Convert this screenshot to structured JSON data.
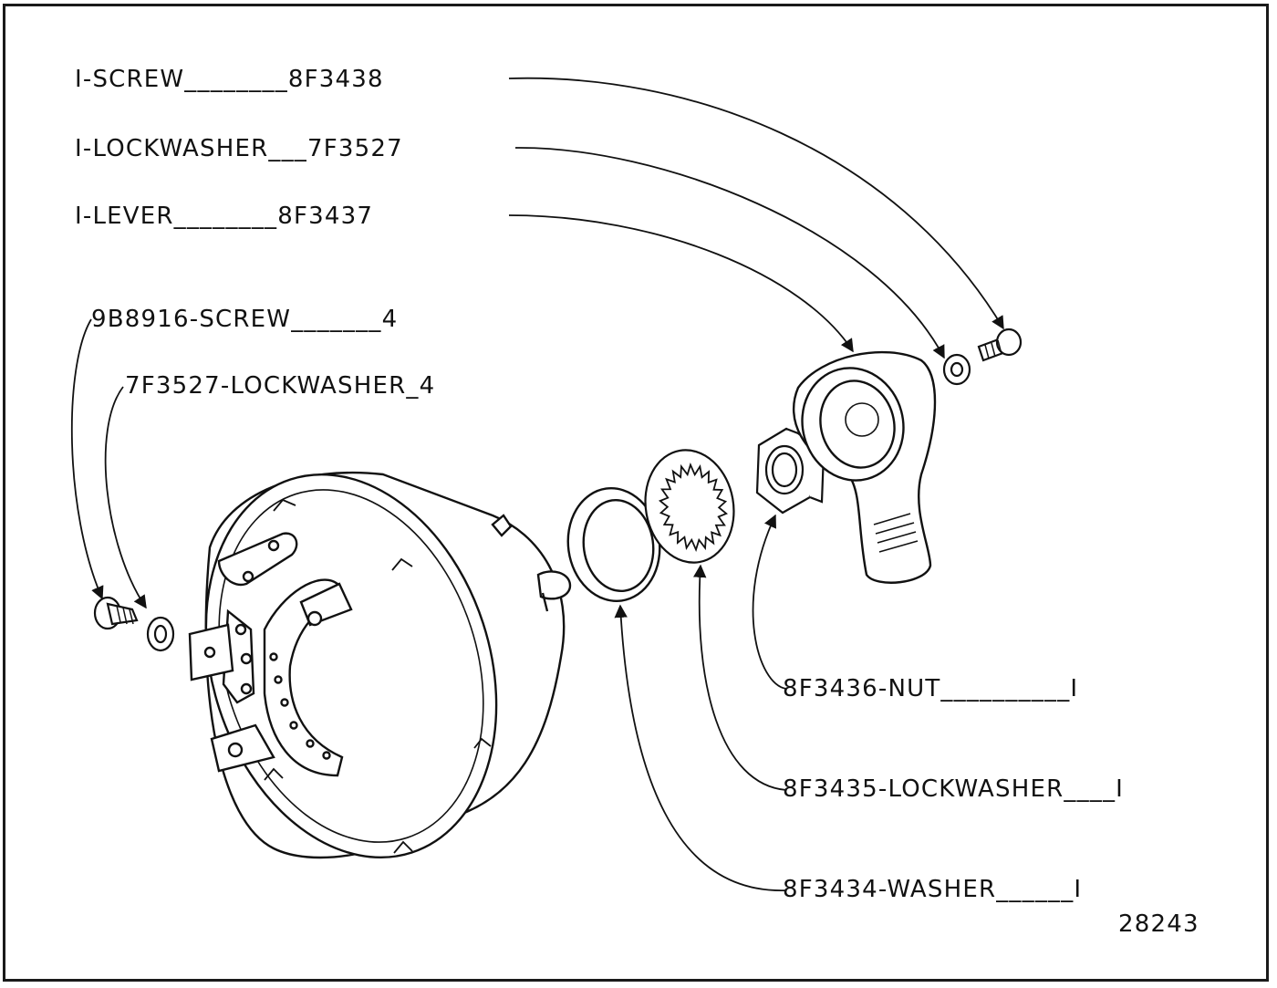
{
  "top_callouts": [
    {
      "text": "I-SCREW________8F3438"
    },
    {
      "text": "I-LOCKWASHER___7F3527"
    },
    {
      "text": "I-LEVER________8F3437"
    }
  ],
  "left_callouts": [
    {
      "text": "9B8916-SCREW_______4"
    },
    {
      "text": "7F3527-LOCKWASHER_4"
    }
  ],
  "right_callouts": [
    {
      "text": "8F3436-NUT__________I"
    },
    {
      "text": "8F3435-LOCKWASHER____I"
    },
    {
      "text": "8F3434-WASHER______I"
    }
  ],
  "figure_number": "28243",
  "parts": [
    "screw-small-left",
    "lockwasher-small-left",
    "switch-body",
    "washer-ring",
    "lockwasher-toothed",
    "hex-nut",
    "lever",
    "lockwasher-small-right",
    "screw-small-right"
  ]
}
